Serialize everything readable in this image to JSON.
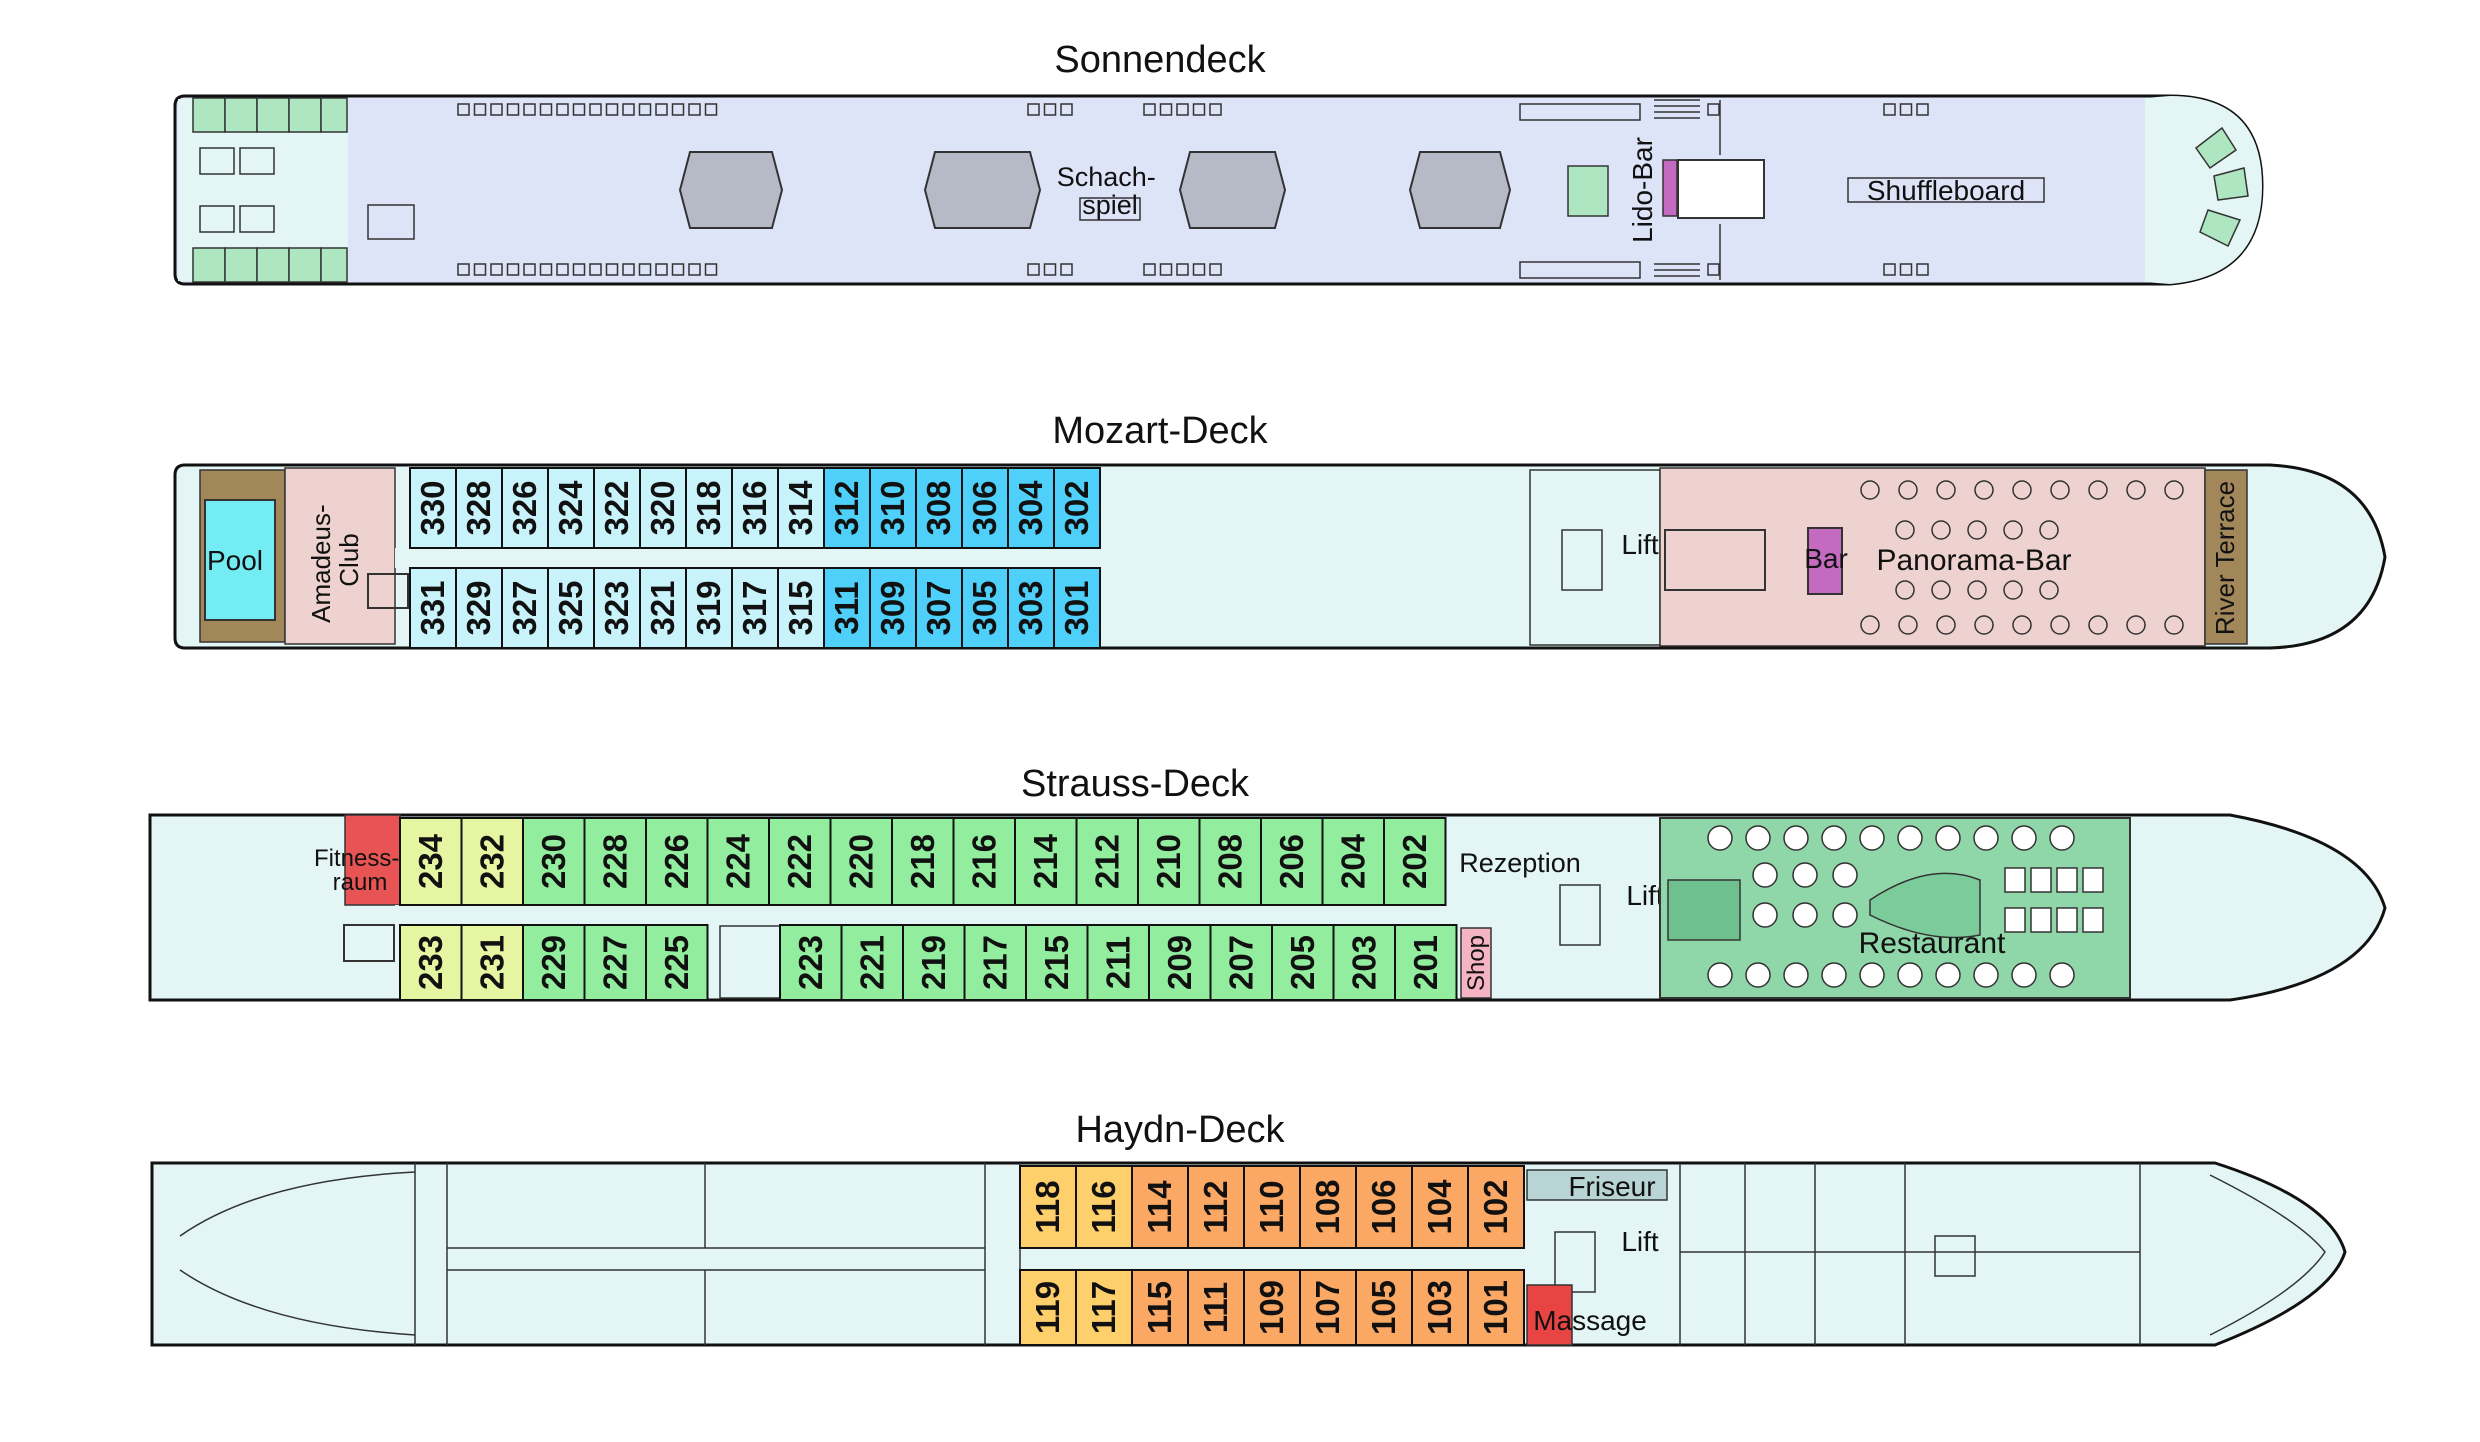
{
  "decks": {
    "sonnendeck": {
      "title": "Sonnendeck",
      "labels": {
        "schach": "Schach-\nspiel",
        "lido": "Lido-Bar",
        "shuffle": "Shuffleboard"
      }
    },
    "mozart": {
      "title": "Mozart-Deck",
      "labels": {
        "pool": "Pool",
        "club": "Amadeus-\nClub",
        "lift": "Lift",
        "bar": "Bar",
        "panorama": "Panorama-Bar",
        "terrace": "River Terrace"
      },
      "top_cabins": [
        "330",
        "328",
        "326",
        "324",
        "322",
        "320",
        "318",
        "316",
        "314",
        "312",
        "310",
        "308",
        "306",
        "304",
        "302"
      ],
      "bottom_cabins": [
        "331",
        "329",
        "327",
        "325",
        "323",
        "321",
        "319",
        "317",
        "315",
        "311",
        "309",
        "307",
        "305",
        "303",
        "301"
      ],
      "colors": {
        "light": "#c8f3fb",
        "dark": "#4fd0fb"
      }
    },
    "strauss": {
      "title": "Strauss-Deck",
      "labels": {
        "fitness": "Fitness-\nraum",
        "rezeption": "Rezeption",
        "lift": "Lift",
        "shop": "Shop",
        "restaurant": "Restaurant"
      },
      "top_cabins": [
        "234",
        "232",
        "230",
        "228",
        "226",
        "224",
        "222",
        "220",
        "218",
        "216",
        "214",
        "212",
        "210",
        "208",
        "206",
        "204",
        "202"
      ],
      "bottom_cabins": [
        "233",
        "231",
        "229",
        "227",
        "225",
        "223",
        "221",
        "219",
        "217",
        "215",
        "211",
        "209",
        "207",
        "205",
        "203",
        "201"
      ],
      "colors": {
        "yellow": "#e5f5a2",
        "green": "#92ee9e"
      }
    },
    "haydn": {
      "title": "Haydn-Deck",
      "labels": {
        "friseur": "Friseur",
        "lift": "Lift",
        "massage": "Massage"
      },
      "top_cabins": [
        "118",
        "116",
        "114",
        "112",
        "110",
        "108",
        "106",
        "104",
        "102"
      ],
      "bottom_cabins": [
        "119",
        "117",
        "115",
        "111",
        "109",
        "107",
        "105",
        "103",
        "101"
      ],
      "colors": {
        "yellow": "#fdd06c",
        "orange": "#fca865"
      }
    }
  },
  "colors": {
    "sun_deck": "#dde4f7",
    "hull_light": "#e3f5f5",
    "panorama_floor": "#edd2cf",
    "restaurant_floor": "#8fd6a9",
    "fitness": "#e85454",
    "massage": "#e84444",
    "shop": "#f5b4c4",
    "bar": "#c46ac1",
    "wood": "#a2875a"
  }
}
